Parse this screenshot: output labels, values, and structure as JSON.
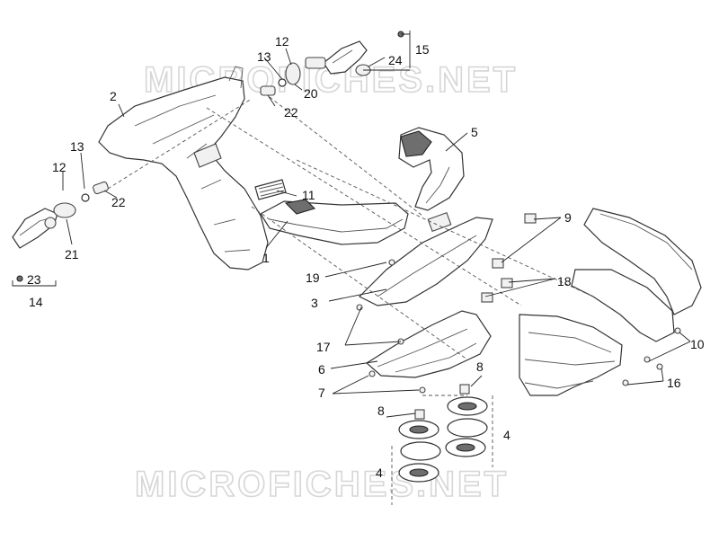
{
  "watermark": "MICROFICHES.NET",
  "labels": {
    "l1": "1",
    "l2": "2",
    "l3": "3",
    "l4a": "4",
    "l4b": "4",
    "l5": "5",
    "l6": "6",
    "l7": "7",
    "l8a": "8",
    "l8b": "8",
    "l9": "9",
    "l10": "10",
    "l11": "11",
    "l12a": "12",
    "l12b": "12",
    "l13a": "13",
    "l13b": "13",
    "l14": "14",
    "l15": "15",
    "l16": "16",
    "l17": "17",
    "l18": "18",
    "l19": "19",
    "l20": "20",
    "l21": "21",
    "l22a": "22",
    "l22b": "22",
    "l23": "23",
    "l24": "24"
  }
}
